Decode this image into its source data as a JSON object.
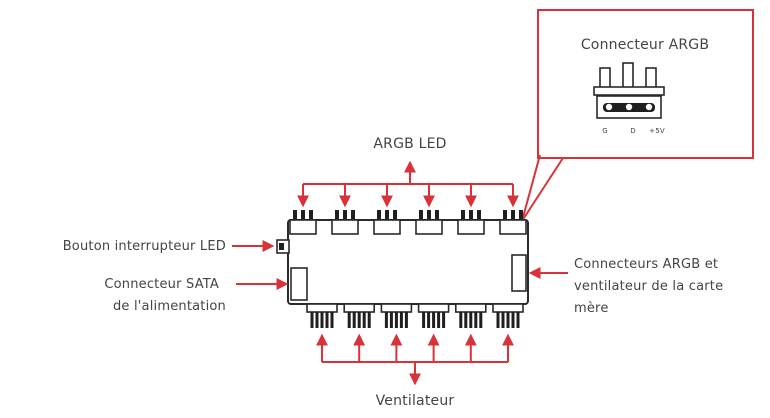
{
  "labels": {
    "argb_led": "ARGB LED",
    "ventilateur": "Ventilateur",
    "bouton_led": "Bouton interrupteur LED",
    "sata_line1": "Connecteur SATA",
    "sata_line2": "de l'alimentation",
    "right_line1": "Connecteurs ARGB et",
    "right_line2": "ventilateur de la carte",
    "right_line3": "mère",
    "callout_title": "Connecteur ARGB",
    "pin_labels": [
      "G",
      "D",
      "+5V"
    ]
  },
  "counts": {
    "top_argb_ports": 6,
    "bottom_fan_ports": 6
  },
  "colors": {
    "accent": "#d9333a",
    "line": "#2a2a2a",
    "text": "#444444"
  }
}
